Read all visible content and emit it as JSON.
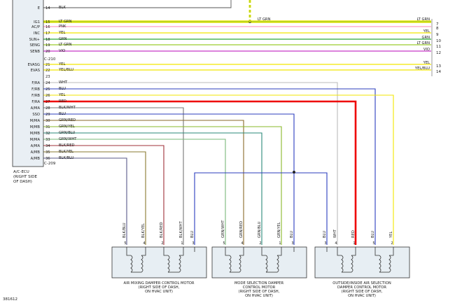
{
  "ecu": {
    "name": "A/C-ECU",
    "location_line1": "(RIGHT SIDE",
    "location_line2": "OF DASH)",
    "connector_upper": "C-210",
    "connector_lower": "C-209"
  },
  "pins": [
    {
      "name": "E",
      "num": "14",
      "wire": "BLK"
    },
    {
      "name": "IG1",
      "num": "15",
      "wire": "LT GRN",
      "color": "#9ccc2e",
      "out": "7"
    },
    {
      "name": "AC/P",
      "num": "16",
      "wire": "PNK",
      "color": "#ff9ec2",
      "out": "8"
    },
    {
      "name": "INC",
      "num": "17",
      "wire": "YEL",
      "color": "#f2e600",
      "label_r": "YEL",
      "out": "9"
    },
    {
      "name": "SUN+",
      "num": "18",
      "wire": "GRN",
      "color": "#2aa63a",
      "label_r": "GRN",
      "out": "10"
    },
    {
      "name": "SENG",
      "num": "19",
      "wire": "LT GRN",
      "color": "#9ccc2e",
      "label_r": "LT GRN",
      "out": "11"
    },
    {
      "name": "SENB",
      "num": "20",
      "wire": "VIO",
      "color": "#c838c8",
      "label_r": "VIO",
      "out": "12"
    },
    {
      "name": "EVASG",
      "num": "21",
      "wire": "YEL",
      "color": "#f2e600",
      "label_r": "YEL",
      "out": "13"
    },
    {
      "name": "EVAS",
      "num": "22",
      "wire": "YEL/BLU",
      "color": "#f2e600",
      "label_r": "YEL/BLU",
      "out": "14"
    },
    {
      "name": "",
      "num": "23",
      "wire": ""
    },
    {
      "name": "F/RA",
      "num": "24",
      "wire": "WHT",
      "color": "#bbbbbb"
    },
    {
      "name": "F/RB",
      "num": "25",
      "wire": "BLU",
      "color": "#2b3cbe"
    },
    {
      "name": "F/RB",
      "num": "26",
      "wire": "YEL",
      "color": "#f2e600"
    },
    {
      "name": "F/RA",
      "num": "27",
      "wire": "RED",
      "color": "#ee0000"
    },
    {
      "name": "A/MA",
      "num": "28",
      "wire": "BLK/WHT",
      "color": "#777777"
    },
    {
      "name": "SSO",
      "num": "29",
      "wire": "BLU",
      "color": "#2b3cbe"
    },
    {
      "name": "M/MA",
      "num": "30",
      "wire": "GRN/RED",
      "color": "#8a6a2a"
    },
    {
      "name": "M/MB",
      "num": "31",
      "wire": "GRN/YEL",
      "color": "#8ab82a"
    },
    {
      "name": "M/MB",
      "num": "32",
      "wire": "GRN/BLU",
      "color": "#2a8a7a"
    },
    {
      "name": "M/MA",
      "num": "33",
      "wire": "GRN/WHT",
      "color": "#7ab87a"
    },
    {
      "name": "A/MA",
      "num": "34",
      "wire": "BLK/RED",
      "color": "#a0303a"
    },
    {
      "name": "A/MB",
      "num": "35",
      "wire": "BLK/YEL",
      "color": "#8a7a30"
    },
    {
      "name": "A/MB",
      "num": "36",
      "wire": "BLK/BLU",
      "color": "#5a5a8a"
    }
  ],
  "ig1_right_label": "LT GRN",
  "ig1_mid_label": "LT GRN",
  "motors": [
    {
      "title1": "AIR MIXING DAMPER CONTROL MOTOR",
      "title2": "(RIGHT SIDE OF DASH,",
      "title3": "ON HVAC UNIT)",
      "terminals": [
        {
          "num": "5",
          "wire": "BLK/BLU"
        },
        {
          "num": "4",
          "wire": "BLK/YEL"
        },
        {
          "num": "2",
          "wire": "BLK/RED"
        },
        {
          "num": "1",
          "wire": "BLK/WHT"
        },
        {
          "num": "3",
          "wire": "BLU"
        }
      ]
    },
    {
      "title1": "MODE SELECTION DAMPER",
      "title2": "CONTROL MOTOR",
      "title3": "(RIGHT SIDE OF DASH,",
      "title4": "ON HVAC UNIT)",
      "terminals": [
        {
          "num": "5",
          "wire": "GRN/WHT"
        },
        {
          "num": "4",
          "wire": "GRN/RED"
        },
        {
          "num": "2",
          "wire": "GRN/BLU"
        },
        {
          "num": "1",
          "wire": "GRN/YEL"
        },
        {
          "num": "3",
          "wire": "BLU"
        }
      ]
    },
    {
      "title1": "OUTSIDE/INSIDE AIR SELECTION",
      "title2": "DAMPER CONTROL MOTOR",
      "title3": "(RIGHT SIDE OF DASH,",
      "title4": "ON HVAC UNIT)",
      "terminals": [
        {
          "num": "3",
          "wire": "BLU"
        },
        {
          "num": "4",
          "wire": "WHT"
        },
        {
          "num": "1",
          "wire": "RED"
        },
        {
          "num": "5",
          "wire": "BLU"
        },
        {
          "num": "2",
          "wire": "YEL"
        }
      ]
    }
  ],
  "figure_id": "381612"
}
